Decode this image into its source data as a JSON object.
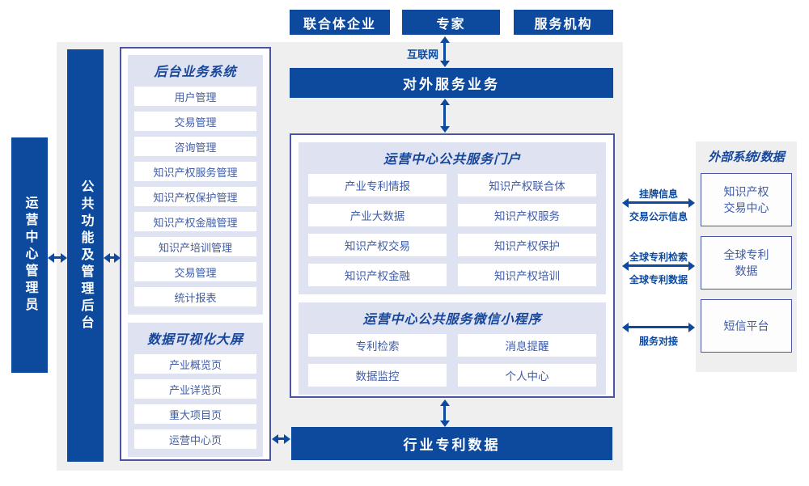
{
  "colors": {
    "primary": "#0d4a9e",
    "panel": "#dfe3f1",
    "border": "#4a55a5",
    "bg": "#efefef",
    "item_text": "#3f5ca8",
    "title_text": "#17479d"
  },
  "top_actors": [
    "联合体企业",
    "专家",
    "服务机构"
  ],
  "internet_label": "互联网",
  "external_service_bar": "对外服务业务",
  "left_rail": {
    "admin": "运营中心管理员",
    "backend": "公共功能及管理后台"
  },
  "backend_panel": {
    "title": "后台业务系统",
    "items": [
      "用户管理",
      "交易管理",
      "咨询管理",
      "知识产权服务管理",
      "知识产权保护管理",
      "知识产权金融管理",
      "知识产培训管理",
      "交易管理",
      "统计报表"
    ]
  },
  "visualization_panel": {
    "title": "数据可视化大屏",
    "items": [
      "产业概览页",
      "产业详览页",
      "重大项目页",
      "运营中心页"
    ]
  },
  "portal_panel": {
    "title": "运营中心公共服务门户",
    "items": [
      "产业专利情报",
      "知识产权联合体",
      "产业大数据",
      "知识产权服务",
      "知识产权交易",
      "知识产权保护",
      "知识产权金融",
      "知识产权培训"
    ]
  },
  "miniprogram_panel": {
    "title": "运营中心公共服务微信小程序",
    "items": [
      "专利检索",
      "消息提醒",
      "数据监控",
      "个人中心"
    ]
  },
  "industry_data_bar": "行业专利数据",
  "external_panel": {
    "title": "外部系统/数据",
    "boxes": [
      {
        "line1": "知识产权",
        "line2": "交易中心"
      },
      {
        "line1": "全球专利",
        "line2": "数据"
      },
      {
        "line1": "短信平台",
        "line2": ""
      }
    ]
  },
  "right_links": [
    {
      "top": "挂牌信息",
      "bottom": "交易公示信息"
    },
    {
      "top": "全球专利检索",
      "bottom": "全球专利数据"
    },
    {
      "top": "",
      "bottom": "服务对接"
    }
  ]
}
